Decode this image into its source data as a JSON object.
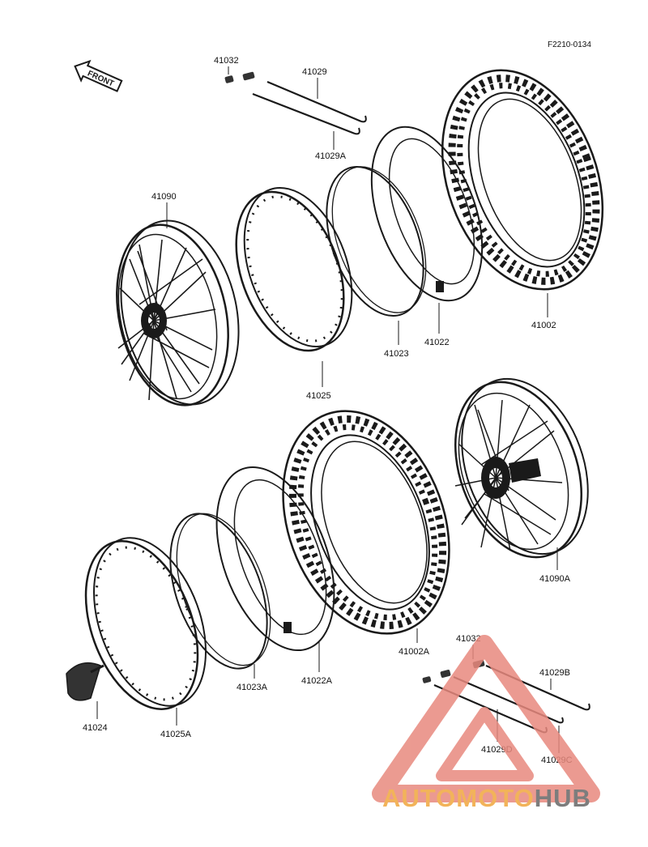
{
  "diagram_code": "F2210-0134",
  "front_label": "FRONT",
  "parts": {
    "p41032": "41032",
    "p41029": "41029",
    "p41029A": "41029A",
    "p41090": "41090",
    "p41025": "41025",
    "p41023": "41023",
    "p41022": "41022",
    "p41002": "41002",
    "p41090A": "41090A",
    "p41002A": "41002A",
    "p41032b": "41032",
    "p41029B": "41029B",
    "p41029C": "41029C",
    "p41029D": "41029D",
    "p41024": "41024",
    "p41025A": "41025A",
    "p41023A": "41023A",
    "p41022A": "41022A"
  },
  "watermark": {
    "part1": "AUTOMOTO",
    "part2": "HUB",
    "color_primary": "#e8897e",
    "color_accent": "#f2b35a",
    "color_dark": "#7d7d7d"
  }
}
